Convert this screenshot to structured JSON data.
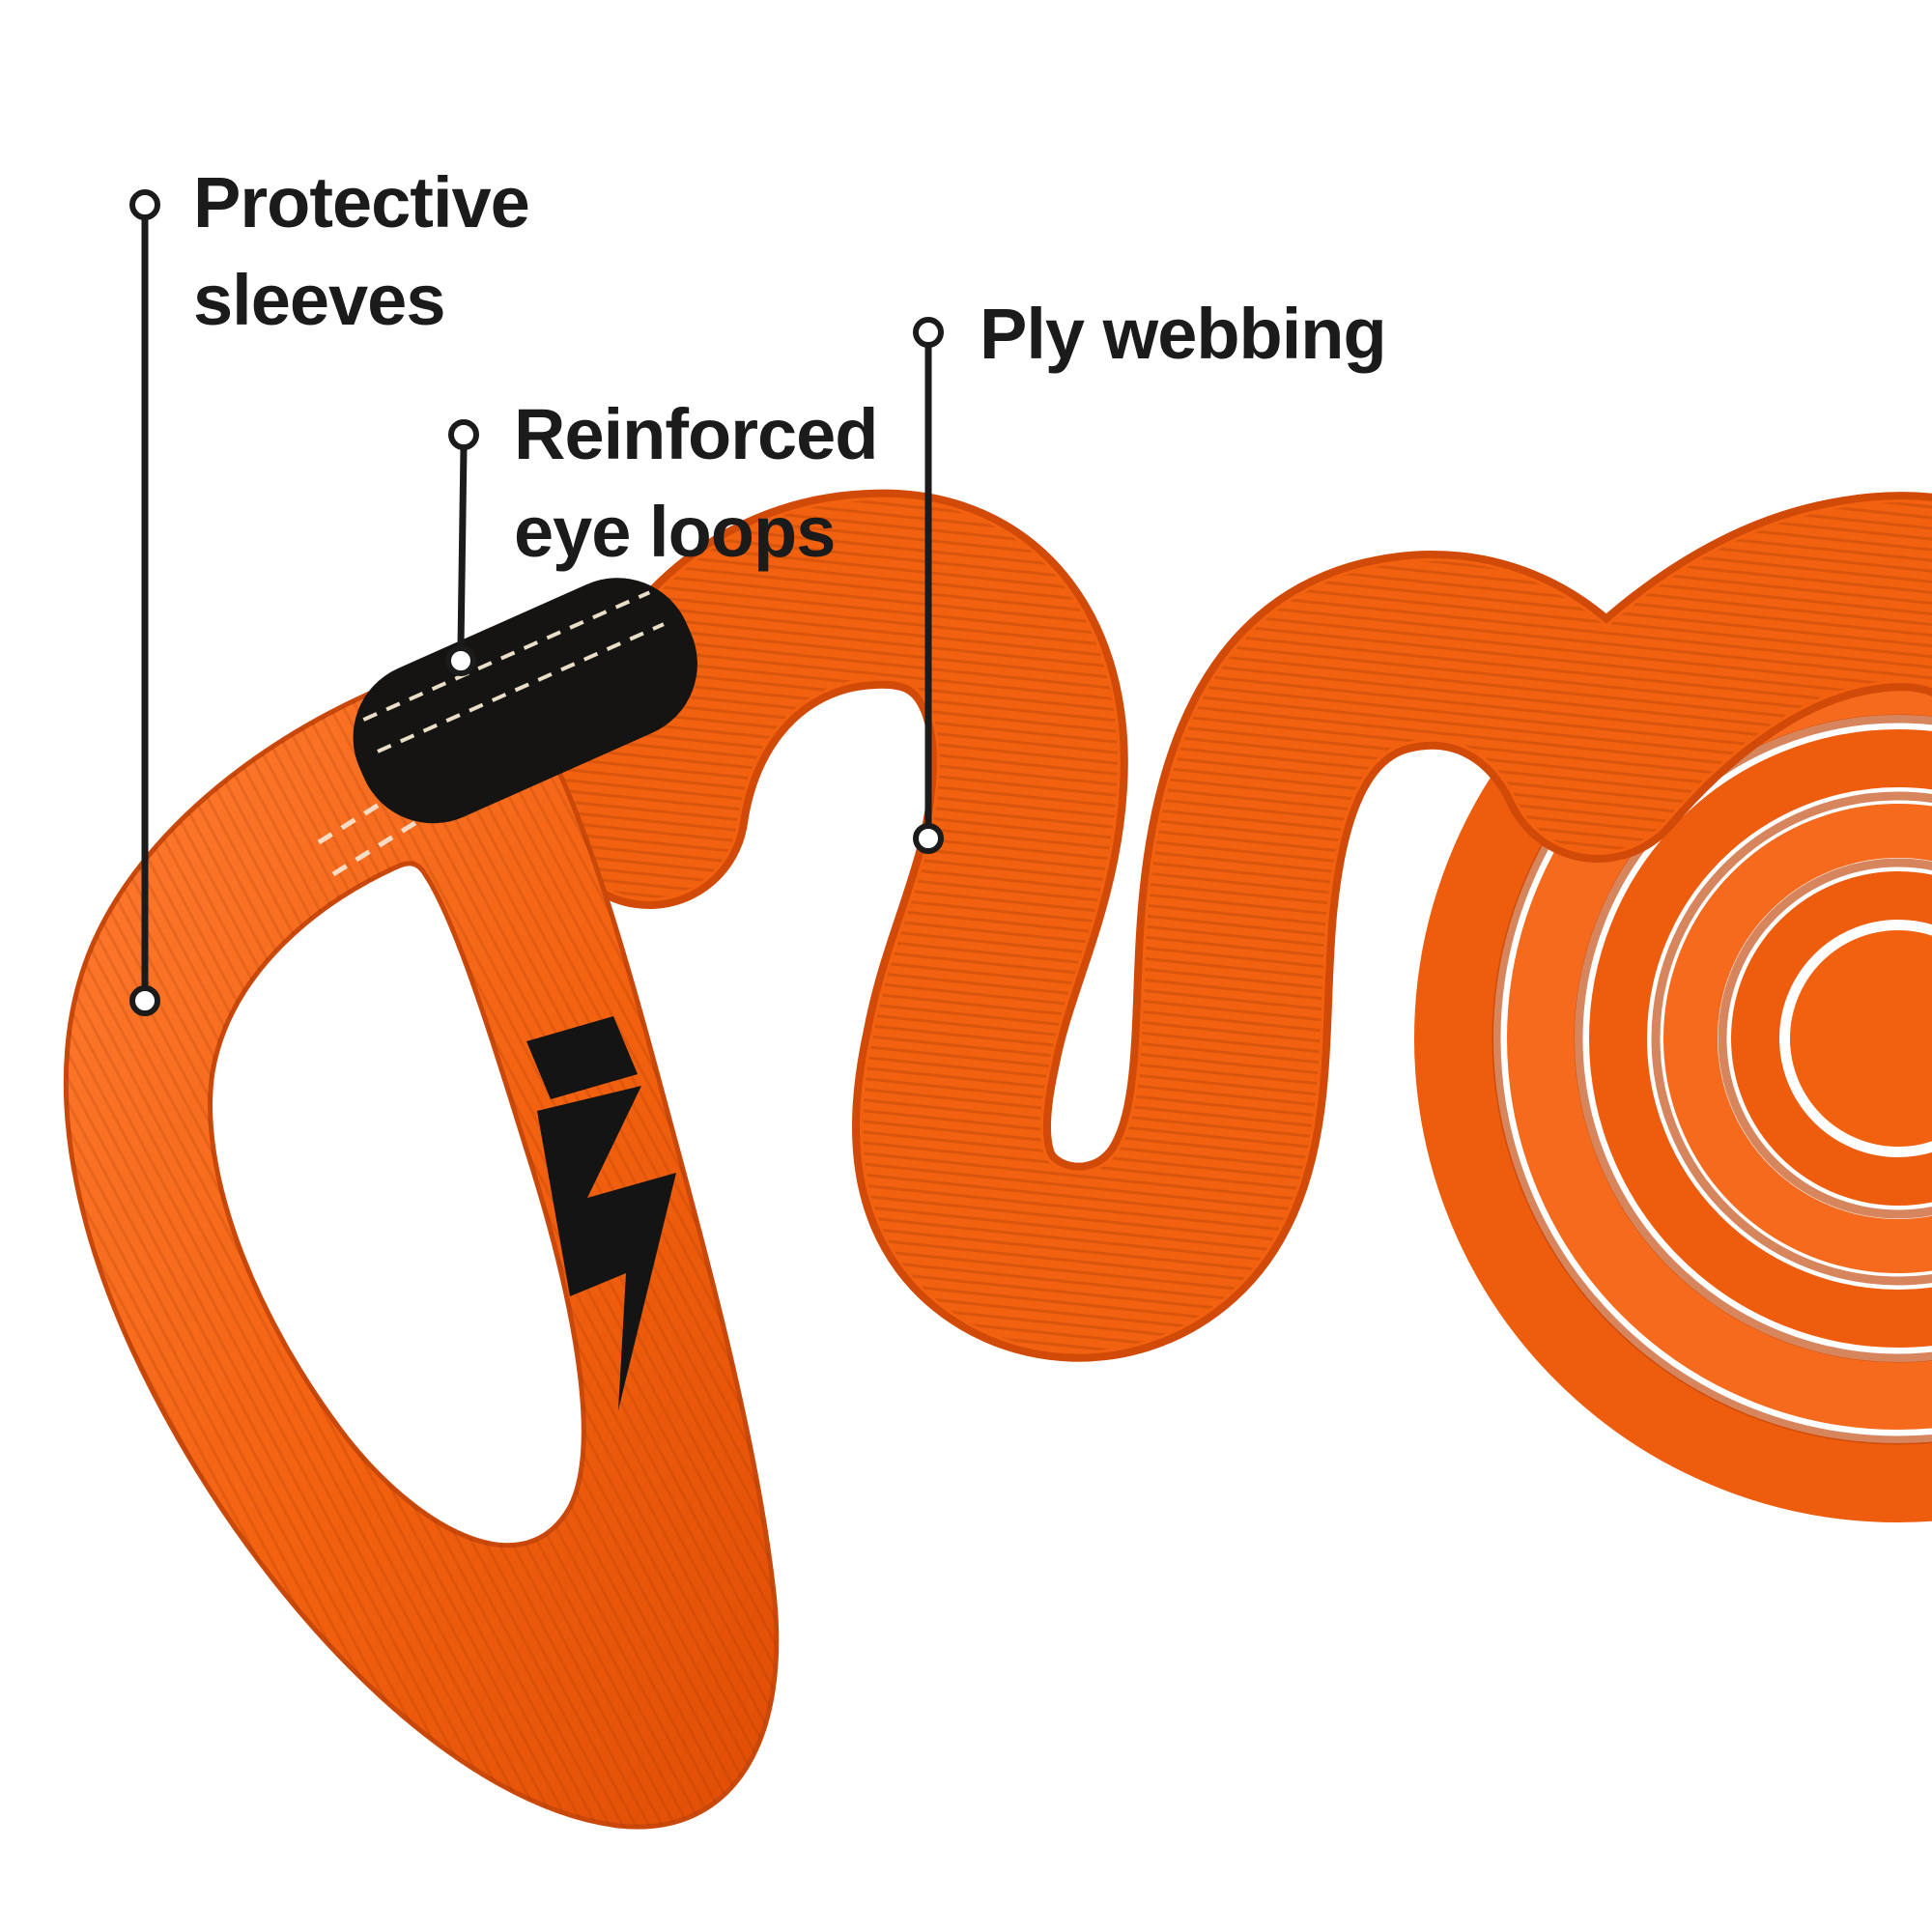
{
  "image": {
    "type": "annotated product illustration",
    "background": "#ffffff"
  },
  "product": {
    "name": "recovery tow strap",
    "strap_color": "#F2610F",
    "strap_color_alt": "#F56A1C",
    "strap_color_dark": "#D14A08",
    "strap_edge_color": "#C24406",
    "sleeve_color": "#161412",
    "stitch_color": "#E9DFC8",
    "logo_color": "#141414",
    "logo_text_partial": "S"
  },
  "annotations": [
    {
      "id": "protective-sleeves",
      "lines": [
        "Protective",
        "sleeves"
      ]
    },
    {
      "id": "reinforced-eye-loops",
      "lines": [
        "Reinforced",
        "eye loops"
      ]
    },
    {
      "id": "ply-webbing",
      "lines": [
        "Ply webbing",
        ""
      ]
    }
  ],
  "annotation_style": {
    "line_color": "#1b1b1b",
    "marker_fill": "#ffffff"
  }
}
